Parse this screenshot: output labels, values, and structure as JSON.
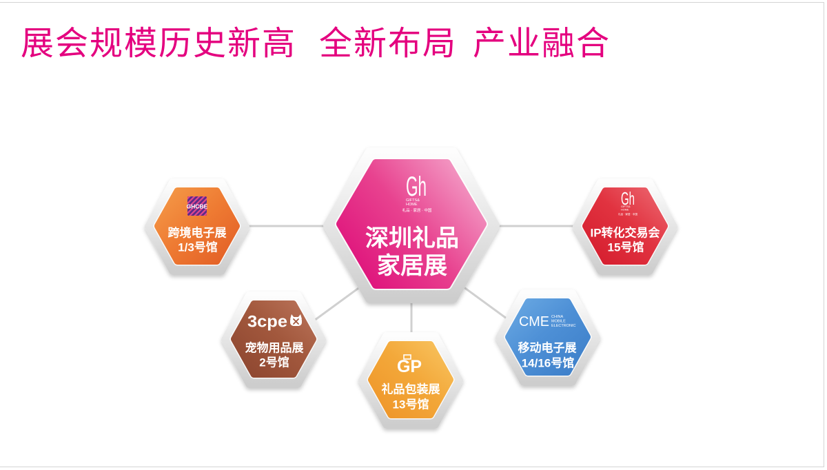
{
  "title": {
    "part1": "展会规模历史新高",
    "part2": "全新布局",
    "part3": "产业融合",
    "color": "#e4007f"
  },
  "hub": {
    "name_line1": "深圳礼品",
    "name_line2": "家居展",
    "logo": {
      "mark": "Gh",
      "brand_line1": "GIFTS&",
      "brand_line2": "HOME",
      "tagline": "礼品 · 家居 · 中国"
    },
    "gradient": [
      "#de0f7a",
      "#e8428f",
      "#f4a2c9"
    ]
  },
  "halls": [
    {
      "name": "跨境电子展",
      "hall": "1/3号馆",
      "logo": {
        "mark": "GHCBE",
        "colors": [
          "#5b2a88",
          "#e2478e"
        ]
      },
      "gradient": [
        "#f49a48",
        "#ee7a32",
        "#e25e26"
      ]
    },
    {
      "name": "IP转化交易会",
      "hall": "15号馆",
      "logo": {
        "mark": "Gh",
        "brand_line1": "GIFTS&",
        "brand_line2": "HOME",
        "tagline": "礼品 · 家居 · 中国"
      },
      "gradient": [
        "#d41c2d",
        "#e13340",
        "#ec6770"
      ]
    },
    {
      "name": "宠物用品展",
      "hall": "2号馆",
      "logo": {
        "mark": "3cpe"
      },
      "gradient": [
        "#8c452f",
        "#a2583d",
        "#ba7359"
      ]
    },
    {
      "name": "礼品包装展",
      "hall": "13号馆",
      "logo": {
        "mark": "GP"
      },
      "gradient": [
        "#ee9428",
        "#f3a83a",
        "#f8c460"
      ]
    },
    {
      "name": "移动电子展",
      "hall": "14/16号馆",
      "logo": {
        "mark": "CME",
        "lines": [
          "CHINA",
          "MOBILE",
          "ELECTRONIC"
        ]
      },
      "gradient": [
        "#3c7ec8",
        "#4e90d6",
        "#6aa9e3"
      ]
    }
  ],
  "frame_gradient": [
    "#fdfdfd",
    "#cdcdcd"
  ],
  "connector_color": "#d0d0d0"
}
